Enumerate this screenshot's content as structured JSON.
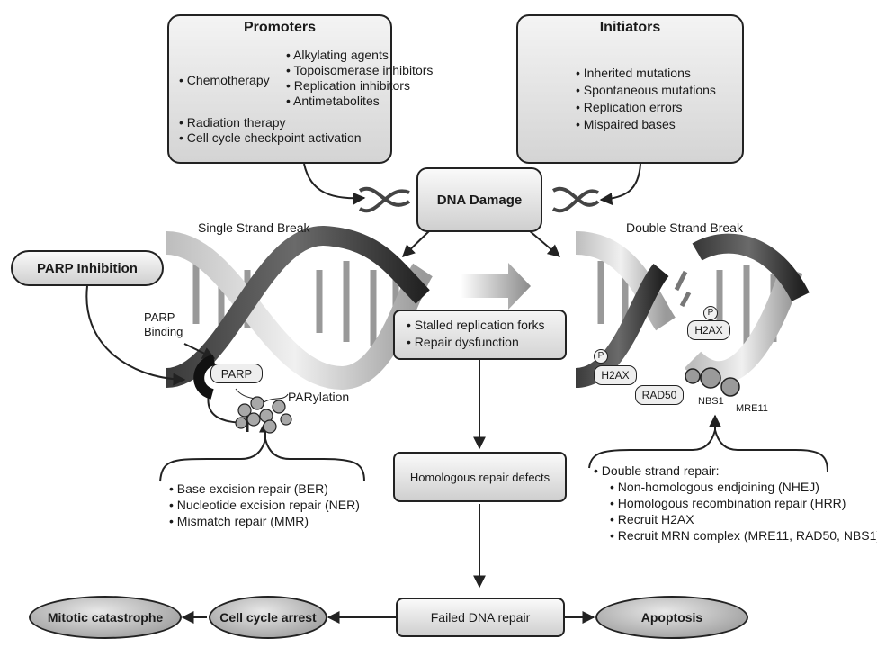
{
  "promoters": {
    "title": "Promoters",
    "chemo_label": "• Chemotherapy",
    "chemo_items": [
      "• Alkylating agents",
      "• Topoisomerase inhibitors",
      "• Replication inhibitors",
      "• Antimetabolites"
    ],
    "other_items": [
      "• Radiation therapy",
      "• Cell cycle checkpoint activation"
    ]
  },
  "initiators": {
    "title": "Initiators",
    "items": [
      "• Inherited mutations",
      "• Spontaneous mutations",
      "• Replication errors",
      "• Mispaired bases"
    ]
  },
  "dna_damage": "DNA Damage",
  "single_strand_break": "Single Strand Break",
  "double_strand_break": "Double Strand Break",
  "parp_inhibition": "PARP Inhibition",
  "parp_binding": [
    "PARP",
    "Binding"
  ],
  "parp": "PARP",
  "parylation": "PARylation",
  "ssb_repair": [
    "• Base excision repair (BER)",
    "• Nucleotide excision repair (NER)",
    "• Mismatch repair (MMR)"
  ],
  "stalled": [
    "• Stalled replication forks",
    "• Repair dysfunction"
  ],
  "homologous_defects": "Homologous repair defects",
  "failed_repair": "Failed DNA repair",
  "mitotic_catastrophe": "Mitotic catastrophe",
  "cell_cycle_arrest": "Cell cycle arrest",
  "apoptosis": "Apoptosis",
  "dsb_proteins": {
    "h2ax": "H2AX",
    "rad50": "RAD50",
    "nbs1": "NBS1",
    "mre11": "MRE11",
    "p": "P"
  },
  "dsb_repair": {
    "heading": "• Double strand repair:",
    "items": [
      "• Non-homologous endjoining (NHEJ)",
      "• Homologous recombination repair (HRR)",
      "• Recruit H2AX",
      "• Recruit MRN complex (MRE11, RAD50, NBS1)"
    ]
  }
}
